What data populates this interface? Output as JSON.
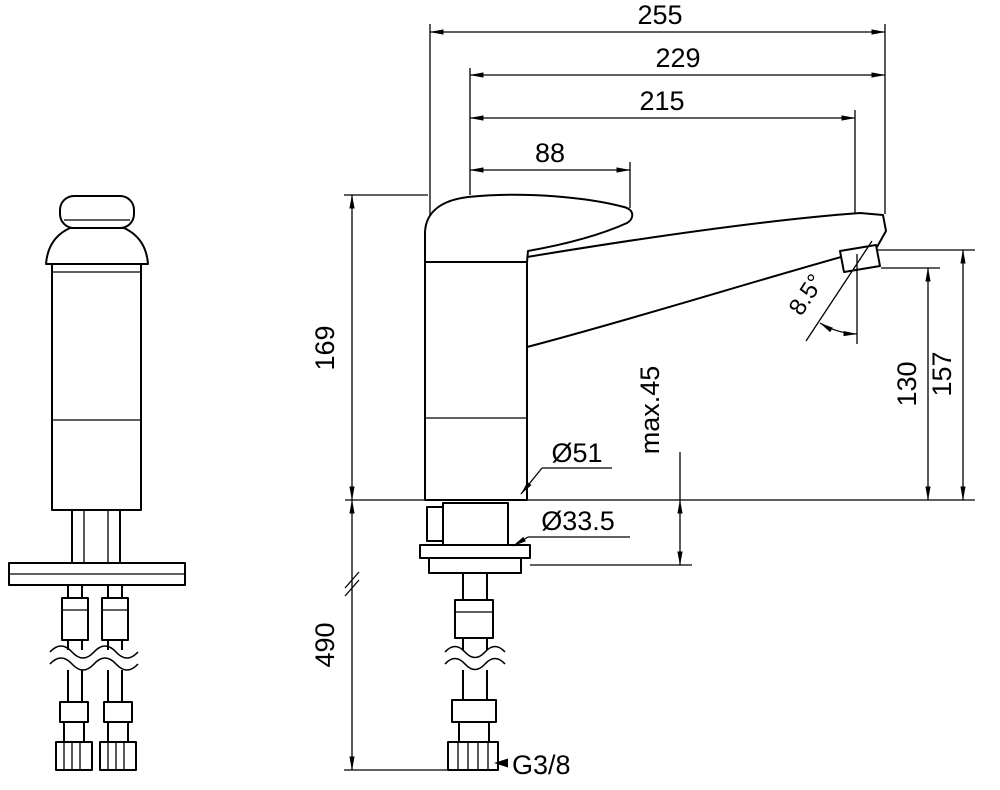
{
  "drawing": {
    "type": "faucet-dimension-drawing",
    "colors": {
      "line": "#000000",
      "background": "#ffffff"
    },
    "dims": {
      "overall_reach": "255",
      "spout_tip_reach": "229",
      "outlet_reach": "215",
      "handle_length": "88",
      "body_height": "169",
      "spout_angle": "8.5°",
      "outlet_height": "130",
      "spout_height": "157",
      "body_diameter": "Ø51",
      "shank_diameter": "Ø33.5",
      "deck_thickness": "max.45",
      "hose_length": "490",
      "thread_size": "G3/8"
    }
  }
}
